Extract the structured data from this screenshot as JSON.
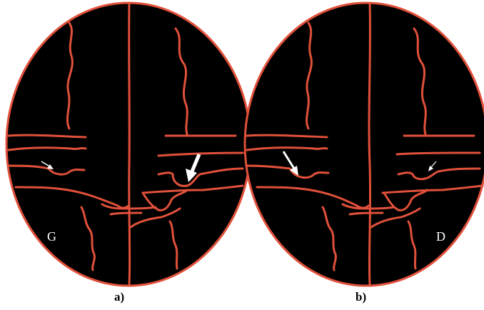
{
  "figure": {
    "panels": [
      {
        "id": "a",
        "caption": "a)",
        "side_label": "G"
      },
      {
        "id": "b",
        "caption": "b)",
        "side_label": "D"
      }
    ]
  },
  "colors": {
    "background": "#ffffff",
    "ellipse_fill": "#000000",
    "lines": "#e0503a",
    "arrows": "#ffffff",
    "captions": "#000000"
  }
}
